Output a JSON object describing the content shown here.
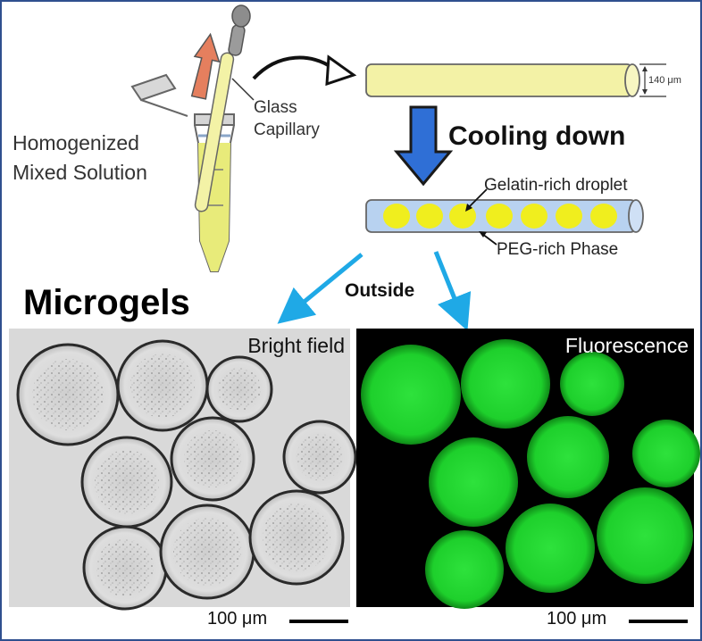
{
  "labels": {
    "homogenized_line1": "Homogenized",
    "homogenized_line2": "Mixed  Solution",
    "glass_line1": "Glass",
    "glass_line2": "Capillary",
    "capillary_size": "140 μm",
    "cooling": "Cooling down",
    "gelatin_droplet": "Gelatin-rich droplet",
    "peg_phase": "PEG-rich Phase",
    "outside": "Outside",
    "microgels": "Microgels",
    "bright_field": "Bright field",
    "fluorescence": "Fluorescence",
    "scale_left": "100 μm",
    "scale_right": "100 μm"
  },
  "colors": {
    "frame": "#2f4f8f",
    "solution_yellow": "#e8eb7a",
    "capillary_yellow": "#f3f2a6",
    "droplet_yellow": "#f0ee1e",
    "capillary_blue": "#b8d2f0",
    "arrow_up": "#e57f5e",
    "cooling_arrow": "#2f6fd6",
    "outside_arrows": "#1fa9e6",
    "fluorescence_green": "#22d833",
    "brightfield_bg": "#d9d9d9"
  }
}
